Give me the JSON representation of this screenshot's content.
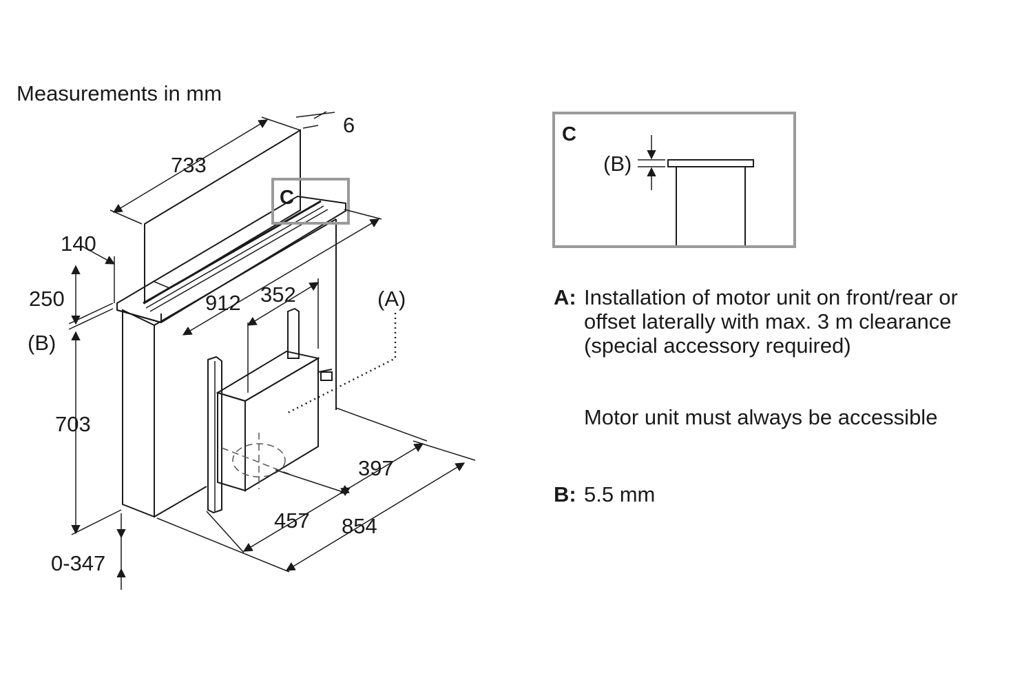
{
  "title": "Measurements in mm",
  "dimensions": {
    "d6": "6",
    "d733": "733",
    "d140": "140",
    "d250": "250",
    "b_left": "(B)",
    "d703": "703",
    "d0_347": "0-347",
    "d912": "912",
    "d352": "352",
    "a_label": "(A)",
    "d397": "397",
    "d457": "457",
    "d854": "854"
  },
  "callout": "C",
  "detail": {
    "label": "C",
    "b_label": "(B)"
  },
  "legend": {
    "a_key": "A:",
    "a_line1": "Installation of motor unit on front/rear or",
    "a_line2": "offset laterally with max. 3 m clearance",
    "a_line3": "(special accessory required)",
    "note": "Motor unit must always be accessible",
    "b_key": "B:",
    "b_text": "5.5 mm"
  }
}
